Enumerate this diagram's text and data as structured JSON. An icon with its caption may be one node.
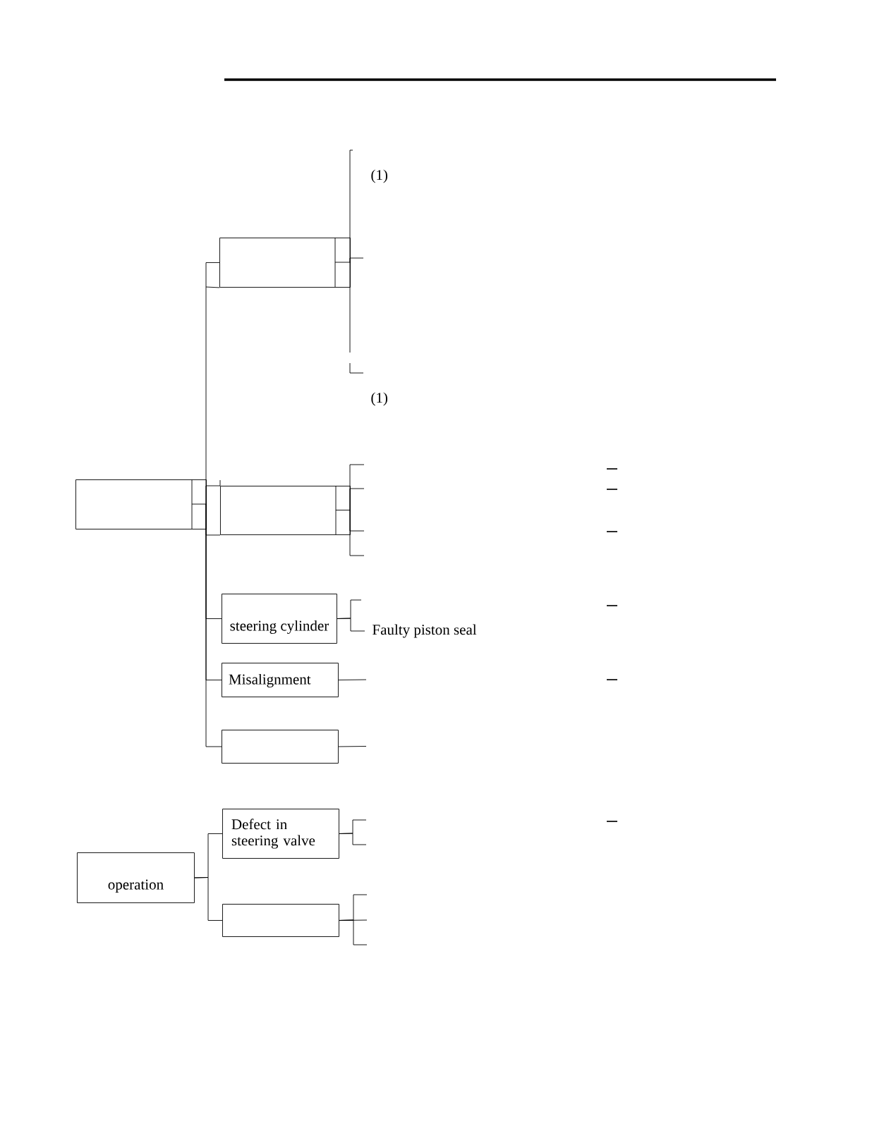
{
  "diagram": {
    "nodes": [
      {
        "text": [],
        "shape": "box"
      },
      {
        "text": [],
        "shape": "box"
      },
      {
        "text": [],
        "shape": "box"
      },
      {
        "text": [
          "steering cylinder"
        ]
      },
      {
        "text": [
          "Misalignment"
        ]
      },
      {
        "text": [],
        "shape": "box"
      },
      {
        "text": [
          "operation"
        ]
      },
      {
        "text": [
          "Defect in steering valve"
        ]
      },
      {
        "text": [],
        "shape": "box"
      },
      {
        "text": [
          "Faulty piston seal"
        ]
      }
    ],
    "edges": [
      {
        "from": 0,
        "to": 1,
        "arrow": "none"
      },
      {
        "from": 0,
        "to": 2,
        "arrow": "none"
      },
      {
        "from": 0,
        "to": 3,
        "arrow": "none"
      },
      {
        "from": 0,
        "to": 4,
        "arrow": "none"
      },
      {
        "from": 0,
        "to": 5,
        "arrow": "none"
      },
      {
        "from": 6,
        "to": 7,
        "arrow": "none"
      },
      {
        "from": 6,
        "to": 8,
        "arrow": "none"
      },
      {
        "from": 3,
        "to": 9,
        "arrow": "none"
      },
      {
        "from": 1,
        "to": null,
        "arrow": "none"
      },
      {
        "from": 1,
        "to": null,
        "arrow": "none"
      },
      {
        "from": 1,
        "to": null,
        "arrow": "none"
      },
      {
        "from": 2,
        "to": null,
        "arrow": "none"
      },
      {
        "from": 2,
        "to": null,
        "arrow": "none"
      },
      {
        "from": 2,
        "to": null,
        "arrow": "none"
      },
      {
        "from": 2,
        "to": null,
        "arrow": "none"
      },
      {
        "from": 3,
        "to": null,
        "arrow": "none"
      },
      {
        "from": 4,
        "to": null,
        "arrow": "none"
      },
      {
        "from": 5,
        "to": null,
        "arrow": "none"
      },
      {
        "from": 7,
        "to": null,
        "arrow": "none"
      },
      {
        "from": 7,
        "to": null,
        "arrow": "none"
      },
      {
        "from": 8,
        "to": null,
        "arrow": "none"
      },
      {
        "from": 8,
        "to": null,
        "arrow": "none"
      },
      {
        "from": 8,
        "to": null,
        "arrow": "none"
      }
    ],
    "labels": [
      "(1)",
      "(1)"
    ]
  }
}
